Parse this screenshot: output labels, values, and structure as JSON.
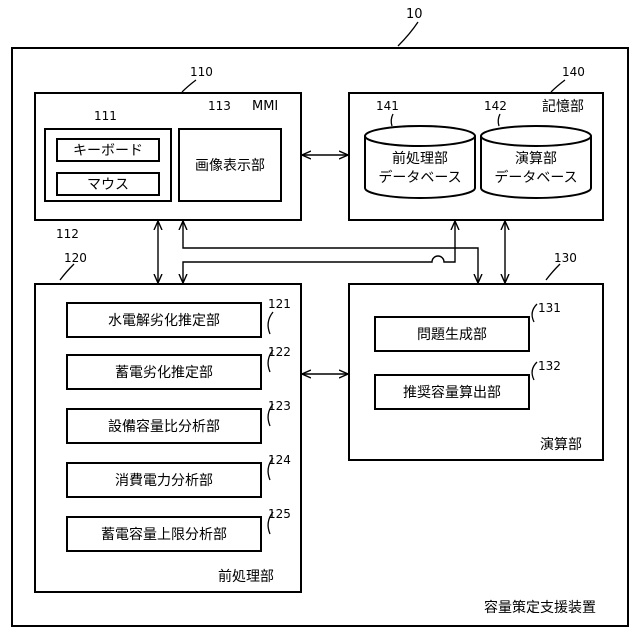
{
  "system": {
    "ref": "10",
    "label": "容量策定支援装置"
  },
  "mmi": {
    "ref": "110",
    "label": "MMI",
    "input_ref": "111",
    "keyboard": "キーボード",
    "mouse": "マウス",
    "mouse_ref": "112",
    "display_ref": "113",
    "display": "画像表示部"
  },
  "storage": {
    "ref": "140",
    "label": "記憶部",
    "db1_ref": "141",
    "db1_line1": "前処理部",
    "db1_line2": "データベース",
    "db2_ref": "142",
    "db2_line1": "演算部",
    "db2_line2": "データベース"
  },
  "preprocess": {
    "ref": "120",
    "label": "前処理部",
    "items": [
      {
        "ref": "121",
        "label": "水電解劣化推定部"
      },
      {
        "ref": "122",
        "label": "蓄電劣化推定部"
      },
      {
        "ref": "123",
        "label": "設備容量比分析部"
      },
      {
        "ref": "124",
        "label": "消費電力分析部"
      },
      {
        "ref": "125",
        "label": "蓄電容量上限分析部"
      }
    ]
  },
  "compute": {
    "ref": "130",
    "label": "演算部",
    "items": [
      {
        "ref": "131",
        "label": "問題生成部"
      },
      {
        "ref": "132",
        "label": "推奨容量算出部"
      }
    ]
  }
}
